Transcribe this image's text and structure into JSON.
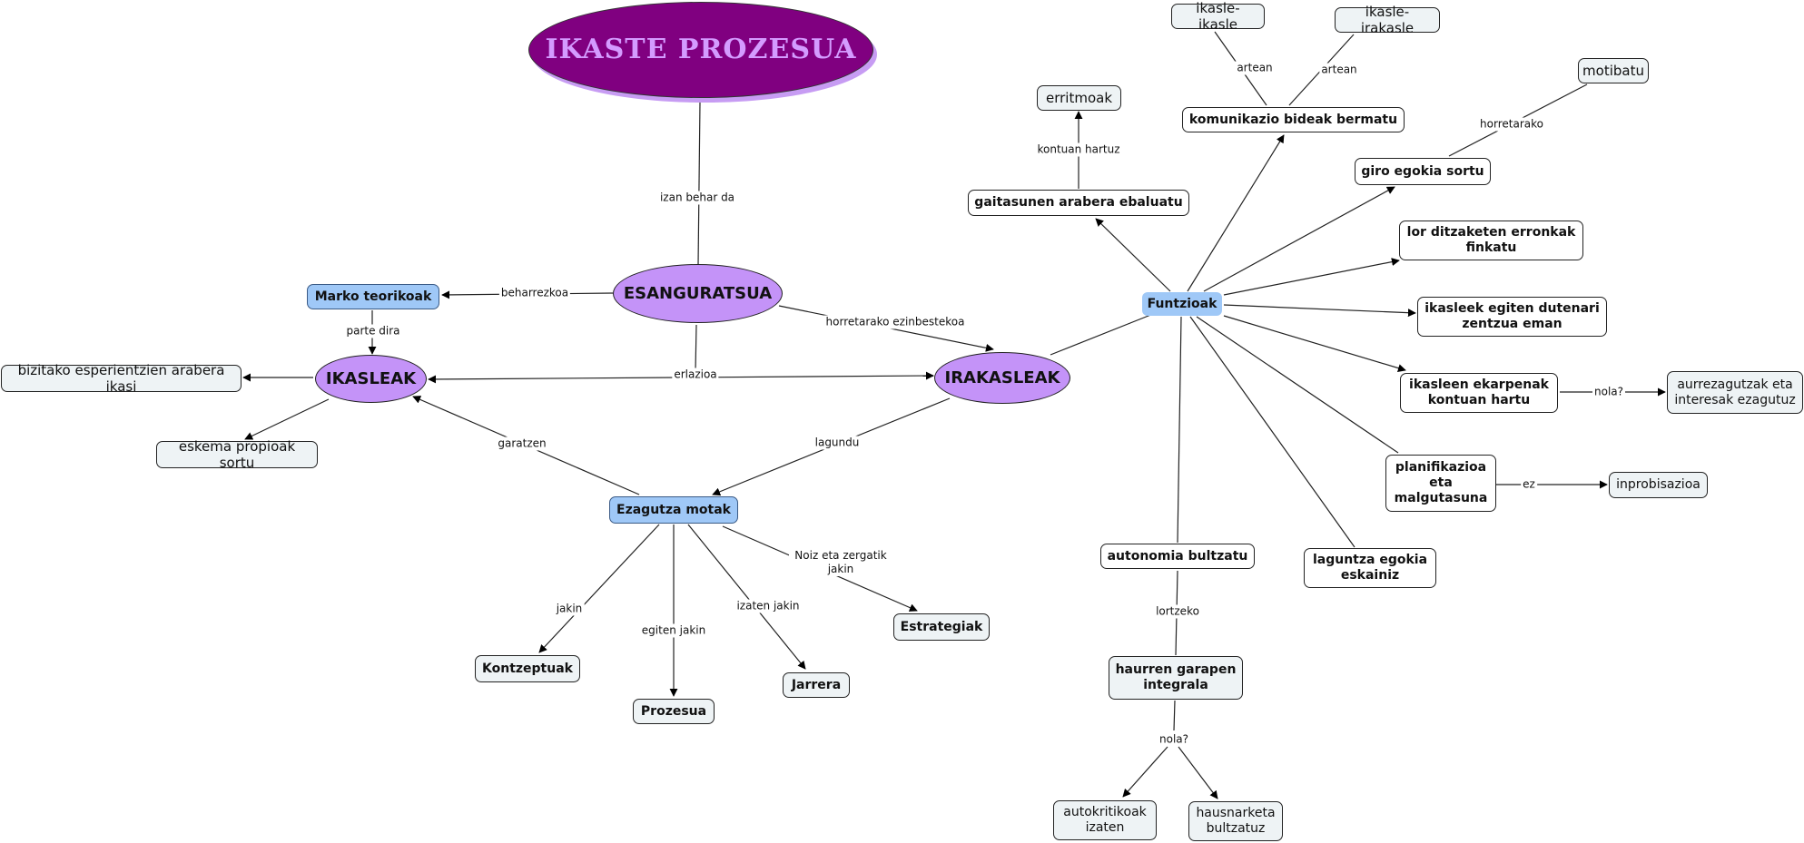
{
  "title": "IKASTE PROZESUA",
  "nodes": {
    "esanguratsua": "ESANGURATSUA",
    "marko": "Marko teorikoak",
    "ikasleak": "IKASLEAK",
    "irakasleak": "IRAKASLEAK",
    "bizitako": "bizitako esperientzien arabera ikasi",
    "eskema": "eskema propioak sortu",
    "ezagutza": "Ezagutza motak",
    "kontzeptuak": "Kontzeptuak",
    "prozesua": "Prozesua",
    "jarrera": "Jarrera",
    "estrategiak": "Estrategiak",
    "funtzioak": "Funtzioak",
    "gaitasunen": "gaitasunen arabera ebaluatu",
    "erritmoak": "erritmoak",
    "komunikazio": "komunikazio bideak bermatu",
    "ikasle_ikasle": "ikasle-ikasle",
    "ikasle_irakasle": "ikasle-irakasle",
    "giro": "giro egokia sortu",
    "motibatu": "motibatu",
    "lor": "lor ditzaketen erronkak finkatu",
    "zentzua": "ikasleek egiten dutenari zentzua eman",
    "ekarpenak": "ikasleen ekarpenak kontuan hartu",
    "aurrezagutzak": "aurrezagutzak eta interesak ezagutuz",
    "planifikazioa": "planifikazioa eta malgutasuna",
    "inprobisazioa": "inprobisazioa",
    "laguntza": "laguntza egokia eskainiz",
    "autonomia": "autonomia bultzatu",
    "haurren": "haurren garapen integrala",
    "autokritikoak": "autokritikoak izaten",
    "hausnarketa": "hausnarketa bultzatuz"
  },
  "links": {
    "izan_behar_da": "izan behar da",
    "beharrezkoa": "beharrezkoa",
    "parte_dira": "parte dira",
    "horretarako_ezinbestekoa": "horretarako ezinbestekoa",
    "erlazioa": "erlazioa",
    "garatzen": "garatzen",
    "lagundu": "lagundu",
    "jakin": "jakin",
    "egiten_jakin": "egiten jakin",
    "izaten_jakin": "izaten jakin",
    "noiz_eta_zergatik": "Noiz eta zergatik jakin",
    "kontuan_hartuz": "kontuan hartuz",
    "artean_1": "artean",
    "artean_2": "artean",
    "horretarako": "horretarako",
    "nola_1": "nola?",
    "ez": "ez",
    "lortzeko": "lortzeko",
    "nola_2": "nola?"
  }
}
